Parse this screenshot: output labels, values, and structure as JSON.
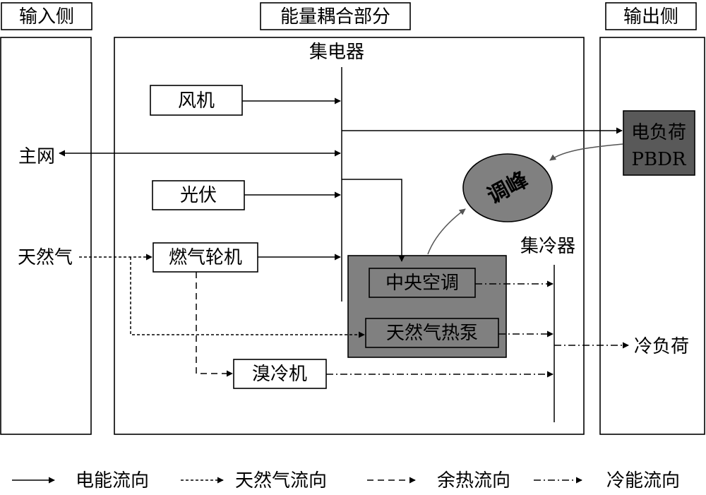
{
  "sections": {
    "input": "输入侧",
    "coupling": "能量耦合部分",
    "output": "输出侧"
  },
  "buses": {
    "electric": "集电器",
    "cooling": "集冷器"
  },
  "inputs": {
    "grid": "主网",
    "gas": "天然气"
  },
  "devices": {
    "wind": "风机",
    "pv": "光伏",
    "gas_turbine": "燃气轮机",
    "central_ac": "中央空调",
    "gas_heat_pump": "天然气热泵",
    "absorption_chiller": "溴冷机"
  },
  "peak_shaving": "调峰",
  "outputs": {
    "electric_load_line1": "电负荷",
    "electric_load_line2": "PBDR",
    "cooling_load": "冷负荷"
  },
  "legend": [
    {
      "style": "solid",
      "label": "电能流向"
    },
    {
      "style": "gas",
      "label": "天然气流向"
    },
    {
      "style": "heat",
      "label": "余热流向"
    },
    {
      "style": "cold",
      "label": "冷能流向"
    }
  ],
  "colors": {
    "line": "#000000",
    "dark_box": "#595959",
    "gray_box": "#808080"
  }
}
